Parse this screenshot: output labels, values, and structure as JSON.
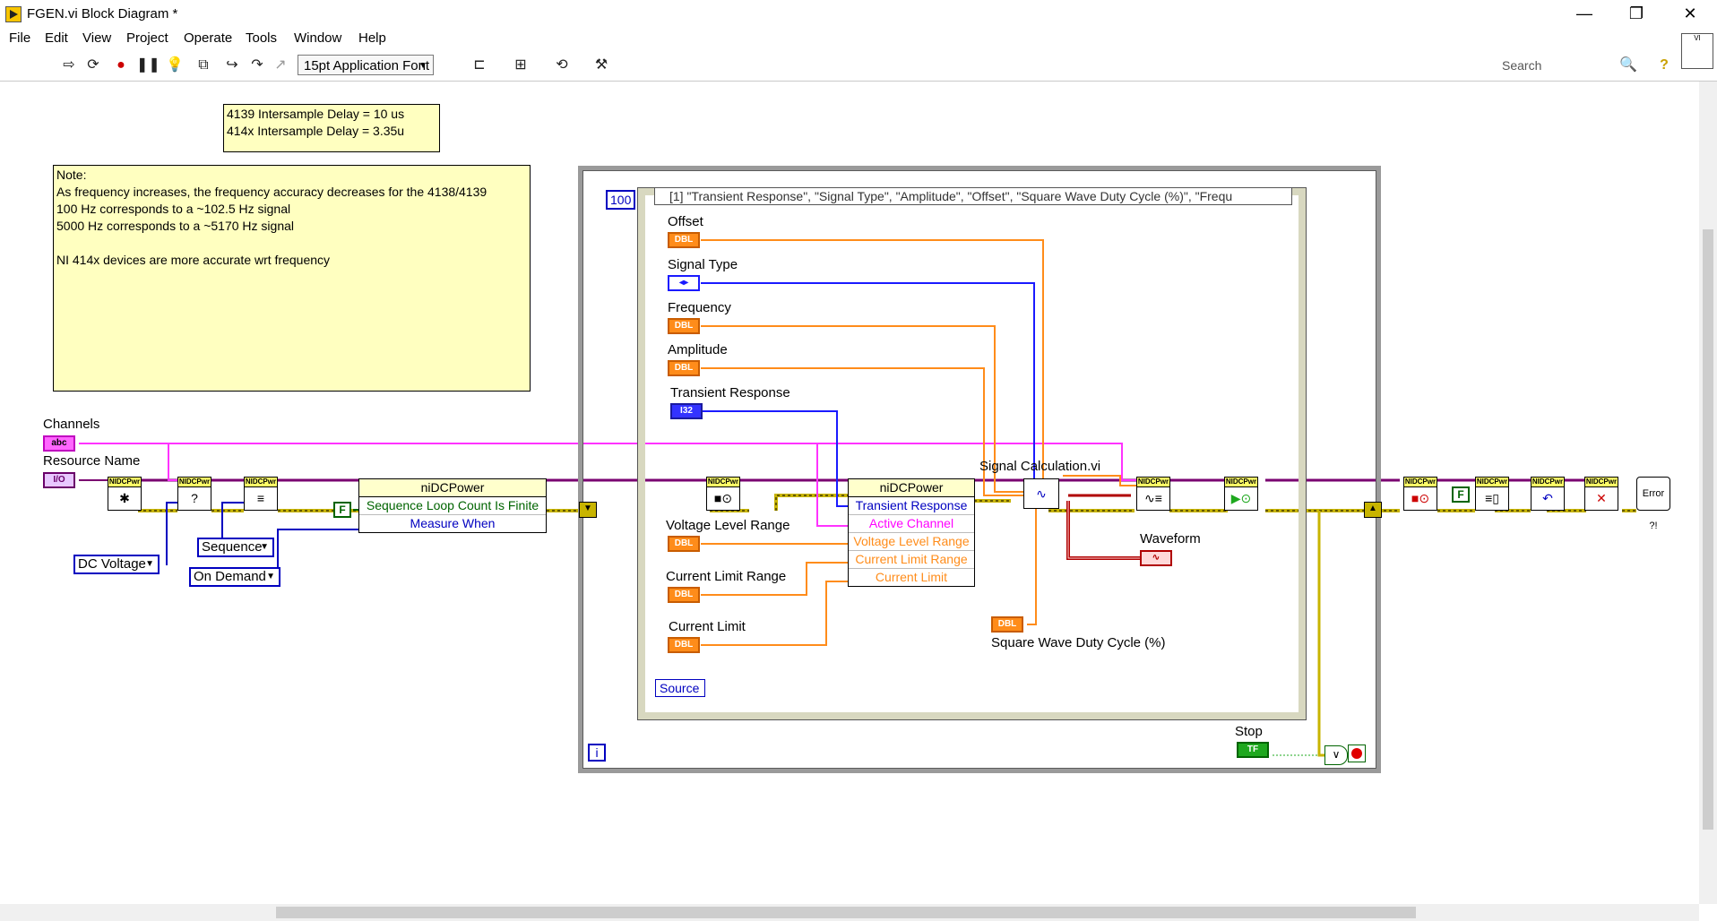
{
  "window": {
    "title": "FGEN.vi Block Diagram *",
    "minimize": "—",
    "restore": "❐",
    "close": "✕"
  },
  "menu": [
    "File",
    "Edit",
    "View",
    "Project",
    "Operate",
    "Tools",
    "Window",
    "Help"
  ],
  "toolbar": {
    "font": "15pt Application Font",
    "search_placeholder": "Search",
    "help": "?"
  },
  "notes": {
    "delay": "4139 Intersample Delay = 10 us\n414x Intersample Delay = 3.35u",
    "frequency": "Note:\nAs frequency increases, the frequency accuracy decreases for the 4138/4139\n100 Hz corresponds to a ~102.5 Hz signal\n5000 Hz corresponds to a ~5170 Hz signal\n\nNI 414x devices are more accurate wrt frequency"
  },
  "terminals": {
    "channels": "Channels",
    "resource_name": "Resource Name",
    "offset": "Offset",
    "signal_type": "Signal Type",
    "frequency": "Frequency",
    "amplitude": "Amplitude",
    "transient_response": "Transient Response",
    "voltage_level_range": "Voltage Level Range",
    "current_limit_range": "Current Limit Range",
    "current_limit": "Current Limit",
    "square_wave_duty": "Square Wave Duty Cycle (%)",
    "waveform": "Waveform",
    "stop": "Stop"
  },
  "term_types": {
    "dbl": "DBL",
    "str": "abc",
    "io": "I/O",
    "i32": "I32",
    "tf": "TF",
    "enum": "◂▸",
    "wave": "∿"
  },
  "constants": {
    "dc_voltage": "DC Voltage",
    "sequence": "Sequence",
    "on_demand": "On Demand",
    "false": "F",
    "loop_count": "100",
    "loop_index": "i"
  },
  "property_node_1": {
    "class": "niDCPower",
    "rows": [
      "Sequence Loop Count Is Finite",
      "Measure When"
    ]
  },
  "property_node_2": {
    "class": "niDCPower",
    "rows": [
      "Transient Response",
      "Active Channel",
      "Voltage Level Range",
      "Current Limit Range",
      "Current Limit"
    ]
  },
  "for_loop": {
    "autoindex_header": "[1] \"Transient Response\", \"Signal Type\", \"Amplitude\", \"Offset\", \"Square Wave Duty Cycle (%)\", \"Frequ",
    "source": "Source"
  },
  "subvi": {
    "label": "Signal Calculation.vi",
    "header": "NIDCPwr",
    "error_label": "Error ?!"
  },
  "colors": {
    "dbl": "#ff8c1a",
    "enum": "#1a1aff",
    "string": "#ff33ff",
    "error": "#c8b400",
    "refnum": "#7a0070",
    "bool": "#1ea81e"
  }
}
